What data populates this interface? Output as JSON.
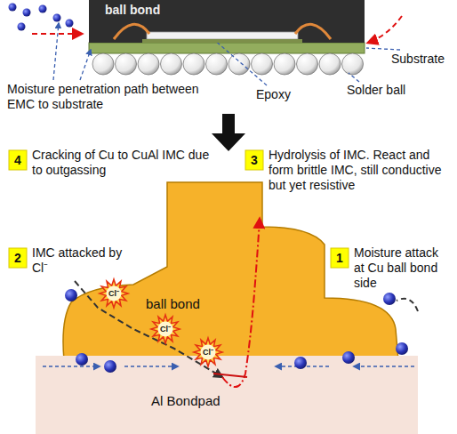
{
  "diagram": {
    "nodes": [
      {
        "text": [
          "ball bond"
        ]
      },
      {
        "text": [
          "4"
        ]
      },
      {
        "text": [
          "3"
        ]
      },
      {
        "text": [
          "2"
        ]
      },
      {
        "text": [
          "1"
        ]
      },
      {
        "text": [
          "ball bond"
        ]
      },
      {
        "text": [
          "Al Bondpad"
        ]
      }
    ],
    "labels": [
      "Moisture penetration path between EMC to substrate",
      "Epoxy",
      "Solder ball",
      "Substrate",
      "Cracking of Cu to CuAl IMC due to outgassing",
      "Hydrolysis of IMC. React and form brittle IMC, still conductive but yet resistive",
      "IMC attacked by Cl⁻",
      "Cl⁻",
      "Cl⁻",
      "Cl⁻",
      "Moisture attack at Cu ball bond side"
    ]
  }
}
